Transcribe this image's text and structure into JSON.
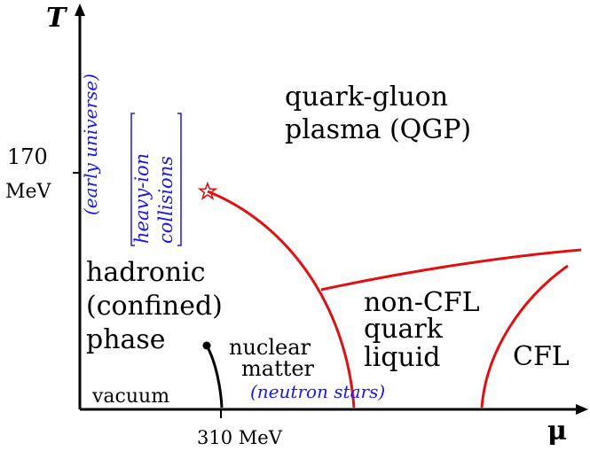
{
  "axes": {
    "y_label": "T",
    "x_label": "μ",
    "y_tick_value": "170",
    "y_tick_unit": "MeV",
    "x_tick": "310 MeV"
  },
  "annotations": {
    "early_universe": "(early universe)",
    "heavy_ion_line1": "heavy-ion",
    "heavy_ion_line2": "collisions",
    "neutron_stars": "(neutron stars)"
  },
  "regions": {
    "qgp_line1": "quark-gluon",
    "qgp_line2": "plasma (QGP)",
    "hadronic_line1": "hadronic",
    "hadronic_line2": "(confined)",
    "hadronic_line3": "phase",
    "nuclear_line1": "nuclear",
    "nuclear_line2": "matter",
    "vacuum": "vacuum",
    "noncfl_line1": "non-CFL",
    "noncfl_line2": "quark",
    "noncfl_line3": "liquid",
    "cfl": "CFL"
  },
  "colors": {
    "axis": "#000000",
    "phase_boundary": "#e01010",
    "annotation": "#1a1ae6"
  },
  "markers": {
    "critical_point": "star"
  }
}
